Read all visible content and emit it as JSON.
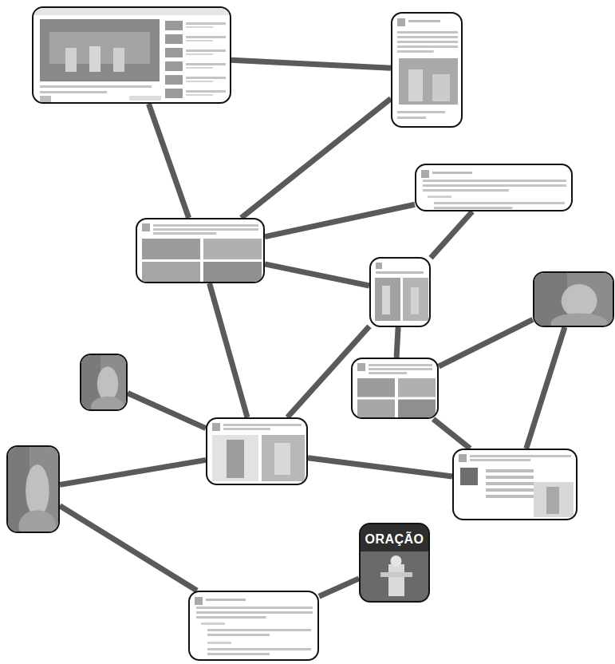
{
  "diagram": {
    "nodes": [
      {
        "text": []
      },
      {
        "text": []
      },
      {
        "text": []
      },
      {
        "text": []
      },
      {
        "text": []
      },
      {
        "text": []
      },
      {
        "text": []
      },
      {
        "text": []
      },
      {
        "text": []
      },
      {
        "text": []
      },
      {
        "text": []
      },
      {
        "text": [
          "ORAÇÃO"
        ]
      },
      {
        "text": []
      }
    ],
    "edges": [
      {
        "from": 0,
        "to": 1,
        "arrow": "none"
      },
      {
        "from": 0,
        "to": 3,
        "arrow": "none"
      },
      {
        "from": 1,
        "to": 3,
        "arrow": "none"
      },
      {
        "from": 3,
        "to": 2,
        "arrow": "none"
      },
      {
        "from": 3,
        "to": 4,
        "arrow": "none"
      },
      {
        "from": 3,
        "to": 8,
        "arrow": "none"
      },
      {
        "from": 2,
        "to": 4,
        "arrow": "none"
      },
      {
        "from": 4,
        "to": 6,
        "arrow": "none"
      },
      {
        "from": 4,
        "to": 8,
        "arrow": "none"
      },
      {
        "from": 5,
        "to": 6,
        "arrow": "none"
      },
      {
        "from": 5,
        "to": 9,
        "arrow": "none"
      },
      {
        "from": 6,
        "to": 9,
        "arrow": "none"
      },
      {
        "from": 8,
        "to": 9,
        "arrow": "none"
      },
      {
        "from": 7,
        "to": 8,
        "arrow": "none"
      },
      {
        "from": 10,
        "to": 8,
        "arrow": "none"
      },
      {
        "from": 10,
        "to": 12,
        "arrow": "none"
      },
      {
        "from": 11,
        "to": 12,
        "arrow": "none"
      }
    ]
  }
}
